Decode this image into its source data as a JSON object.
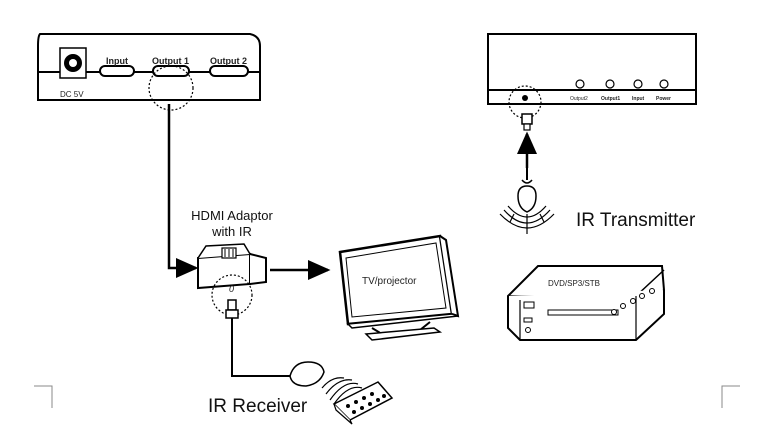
{
  "splitter": {
    "power_label": "DC 5V",
    "port_labels": [
      "Input",
      "Output 1",
      "Output 2"
    ]
  },
  "adaptor": {
    "title_line1": "HDMI Adaptor",
    "title_line2": "with IR",
    "port_mark": "0"
  },
  "display": {
    "label": "TV/projector"
  },
  "ir_receiver": {
    "label": "IR Receiver"
  },
  "ir_transmitter": {
    "label": "IR Transmitter"
  },
  "source_device": {
    "label": "DVD/SP3/STB"
  },
  "remote_panel": {
    "button_labels": [
      "Output2",
      "Output1",
      "Input",
      "Power"
    ]
  }
}
